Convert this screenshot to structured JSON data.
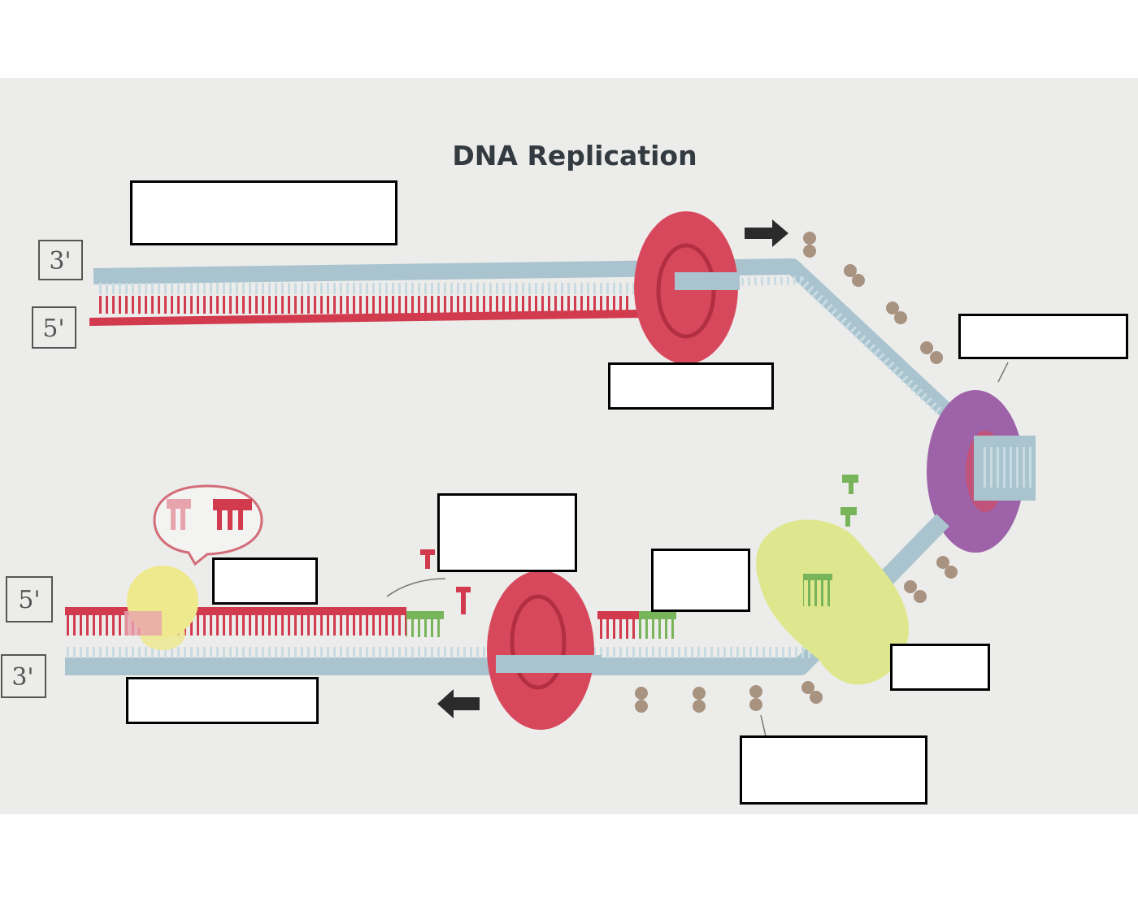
{
  "diagram": {
    "title": "DNA Replication",
    "end_labels": {
      "top_upper": "3'",
      "top_lower": "5'",
      "bottom_upper": "5'",
      "bottom_lower": "3'"
    },
    "answer_boxes": [
      {
        "id": "parent-strand",
        "text": ""
      },
      {
        "id": "polymerase-top",
        "text": ""
      },
      {
        "id": "helicase",
        "text": ""
      },
      {
        "id": "primer",
        "text": ""
      },
      {
        "id": "primer-small",
        "text": ""
      },
      {
        "id": "ligase",
        "text": ""
      },
      {
        "id": "primase",
        "text": ""
      },
      {
        "id": "ssb-proteins",
        "text": ""
      },
      {
        "id": "lagging-strand",
        "text": ""
      }
    ],
    "colors": {
      "parent_strand": "#a9c4cf",
      "new_strand": "#d23a4e",
      "primer": "#78b45a",
      "polymerase": "#d8485c",
      "helicase": "#9d62a8",
      "primase": "#dfe78e",
      "ligase": "#eee98c",
      "ssb": "#a89280",
      "arrow": "#2b2b2b"
    }
  }
}
